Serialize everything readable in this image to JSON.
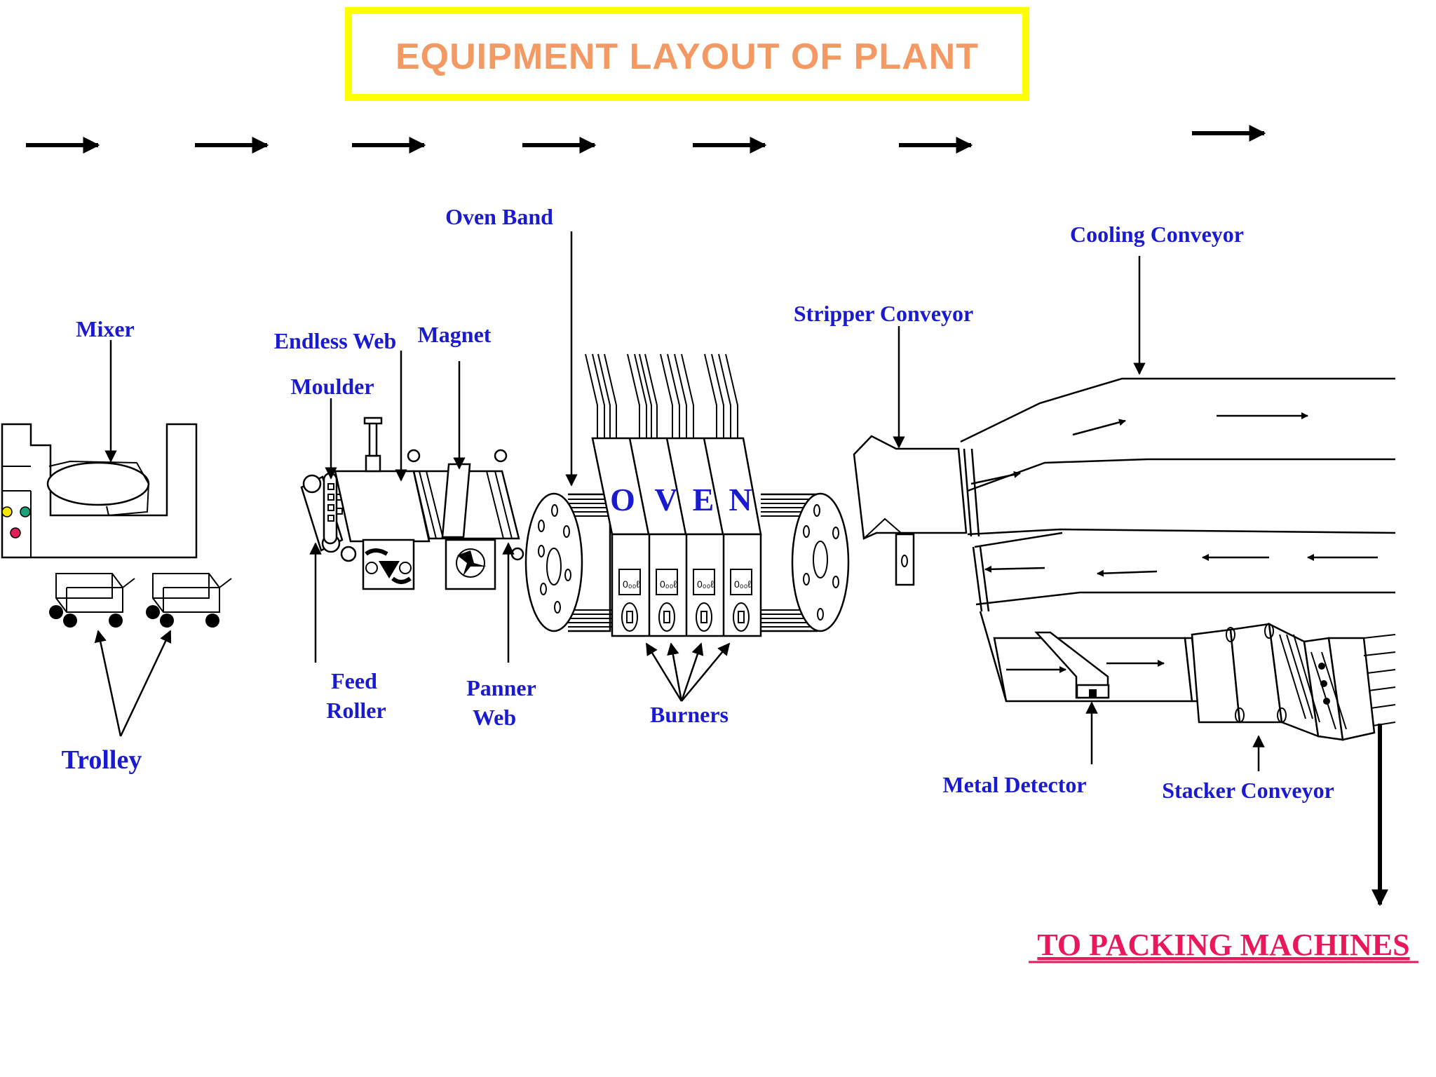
{
  "title": "EQUIPMENT LAYOUT OF PLANT",
  "labels": {
    "mixer": "Mixer",
    "trolley": "Trolley",
    "endless_web": "Endless Web",
    "magnet": "Magnet",
    "moulder": "Moulder",
    "feed": "Feed",
    "roller": "Roller",
    "panner": "Panner",
    "web": "Web",
    "oven_band": "Oven Band",
    "oven_letters": [
      "O",
      "V",
      "E",
      "N"
    ],
    "burners": "Burners",
    "stripper_conveyor": "Stripper Conveyor",
    "cooling_conveyor": "Cooling Conveyor",
    "metal_detector": "Metal Detector",
    "stacker_conveyor": "Stacker Conveyor",
    "to_packing": "TO PACKING MACHINES"
  },
  "colors": {
    "title_border": "#ffff00",
    "title_text": "#f39a64",
    "label_text": "#1a1ad0",
    "packing_text": "#e8185a",
    "indicator_yellow": "#f5e600",
    "indicator_green": "#1aa37a",
    "indicator_red": "#e01e5a"
  }
}
